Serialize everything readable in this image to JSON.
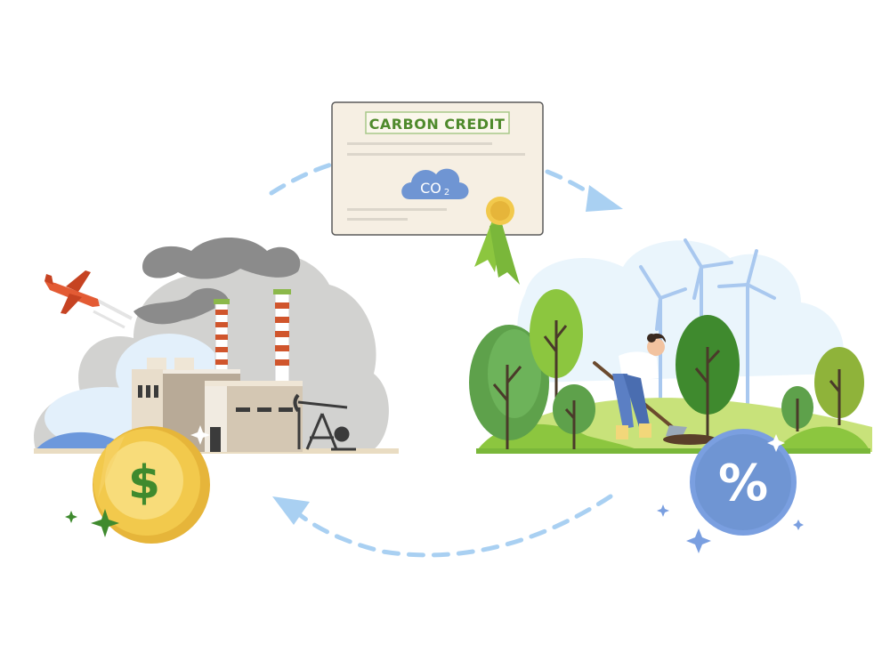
{
  "certificate": {
    "title": "CARBON CREDIT",
    "cloud_text": "CO",
    "cloud_subscript": "2"
  },
  "coin": {
    "symbol": "$"
  },
  "discount": {
    "symbol": "%"
  },
  "colors": {
    "arrow": "#a9d0f2",
    "certificate_bg": "#f6efe3",
    "certificate_title": "#4f8a2c",
    "co2_cloud": "#6f95d3",
    "coin": "#f2c94c",
    "coin_symbol": "#3f8a2e",
    "discount_circle": "#7a9fe0",
    "smoke": "#8b8b8b",
    "tree_green": "#5ea14b"
  },
  "icons": [
    "airplane-icon",
    "factory-icon",
    "oil-pump-icon",
    "coin-icon",
    "certificate-icon",
    "co2-cloud-icon",
    "ribbon-seal-icon",
    "wind-turbine-icon",
    "tree-icon",
    "person-planting-icon",
    "percent-badge-icon",
    "sparkle-icon"
  ]
}
